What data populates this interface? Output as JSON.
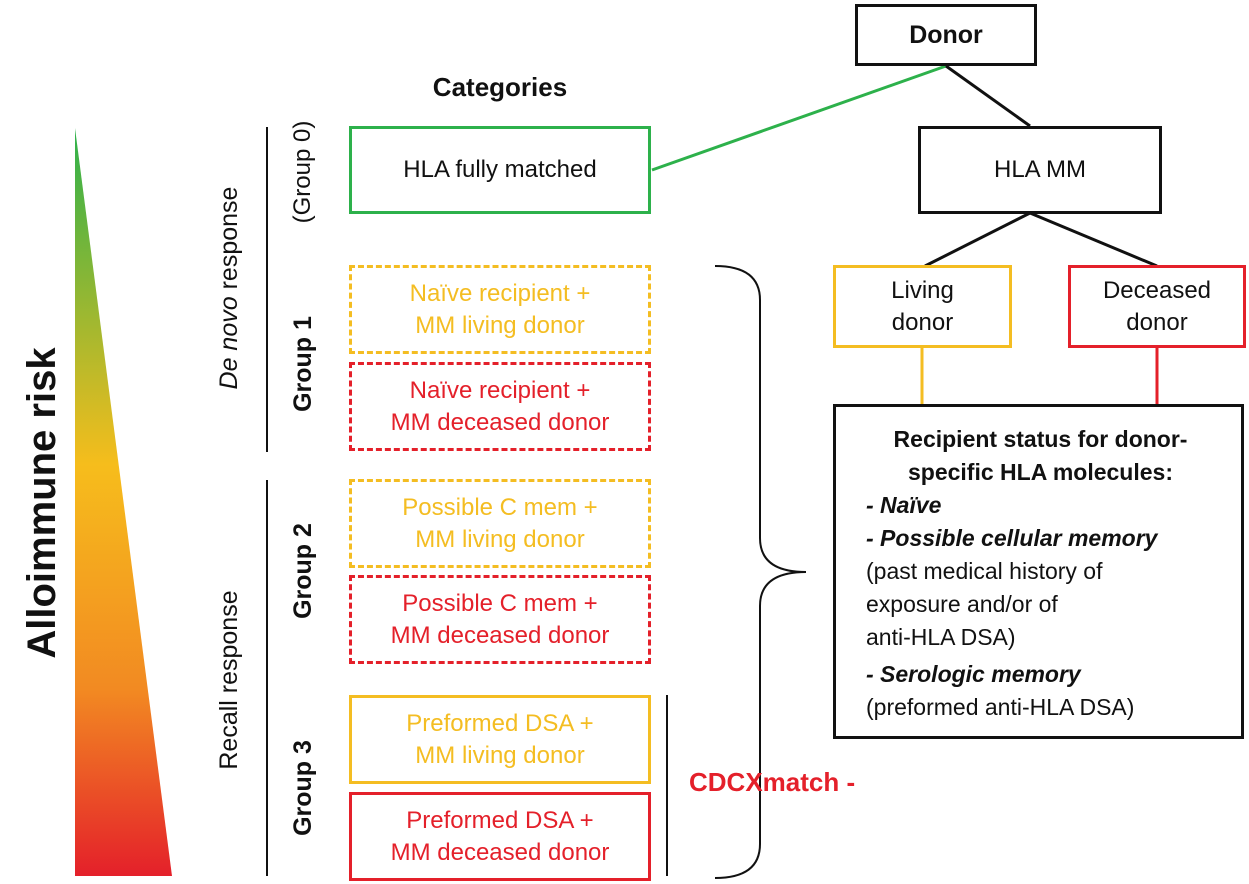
{
  "risk_axis": {
    "label": "Alloimmune risk"
  },
  "categories_heading": "Categories",
  "responses": {
    "de_novo_italic": "De novo",
    "de_novo_rest": " response",
    "recall": "Recall response"
  },
  "group_labels": {
    "group0": "(Group 0)",
    "group1": "Group 1",
    "group2": "Group 2",
    "group3": "Group 3"
  },
  "category_boxes": {
    "fully_matched": "HLA fully matched",
    "g1_living": [
      "Naïve recipient +",
      "MM living donor"
    ],
    "g1_deceased": [
      "Naïve recipient +",
      "MM deceased donor"
    ],
    "g2_living": [
      "Possible C mem +",
      "MM living donor"
    ],
    "g2_deceased": [
      "Possible C mem +",
      "MM deceased donor"
    ],
    "g3_living": [
      "Preformed DSA +",
      "MM living donor"
    ],
    "g3_deceased": [
      "Preformed DSA +",
      "MM deceased donor"
    ]
  },
  "cdcxmatch": "CDCXmatch -",
  "tree": {
    "donor": "Donor",
    "hla_mm": "HLA MM",
    "living": [
      "Living",
      "donor"
    ],
    "deceased": [
      "Deceased",
      "donor"
    ]
  },
  "status_box": {
    "heading": [
      "Recipient status for donor-",
      "specific HLA molecules:"
    ],
    "naive": "- Naïve",
    "cellular": "- Possible cellular memory",
    "cellular_note": [
      "(past medical history of",
      "exposure and/or of",
      "anti-HLA DSA)"
    ],
    "serologic": "- Serologic memory",
    "serologic_note": "(preformed anti-HLA DSA)"
  },
  "colors": {
    "green": "#2db14b",
    "yellow": "#f4bd22",
    "red": "#e4202a",
    "black": "#111111"
  }
}
